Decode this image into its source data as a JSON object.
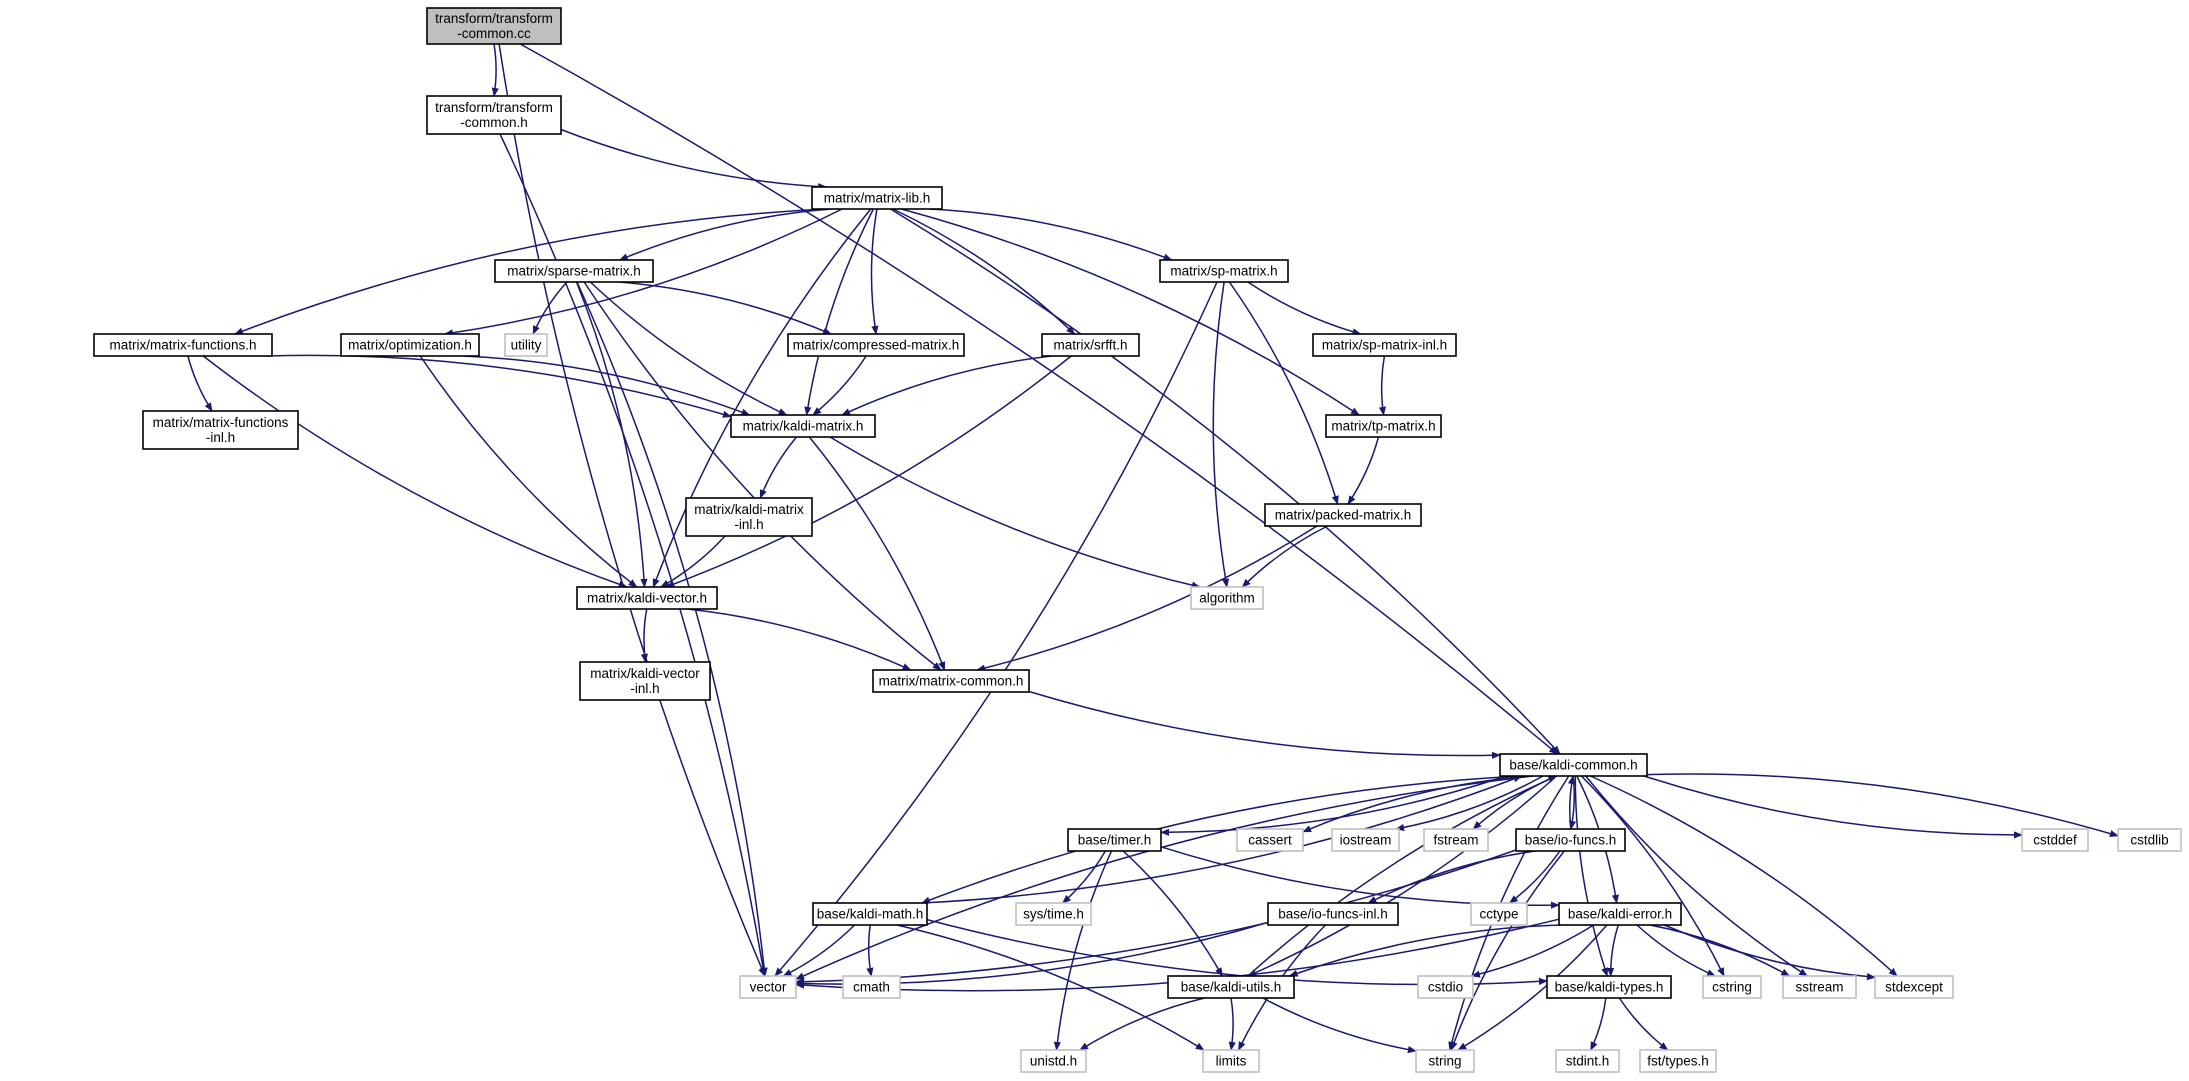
{
  "diagram": {
    "colors": {
      "edge": "#191970",
      "main_fill": "#bfbfbf",
      "border": "#000000",
      "system_border": "#bfbfbf"
    },
    "nodes": [
      {
        "id": "tc_cc",
        "lines": [
          "transform/transform",
          "-common.cc"
        ],
        "kind": "main"
      },
      {
        "id": "tc_h",
        "lines": [
          "transform/transform",
          "-common.h"
        ],
        "kind": "header"
      },
      {
        "id": "mlib",
        "lines": [
          "matrix/matrix-lib.h"
        ],
        "kind": "header"
      },
      {
        "id": "sparse",
        "lines": [
          "matrix/sparse-matrix.h"
        ],
        "kind": "header"
      },
      {
        "id": "spm",
        "lines": [
          "matrix/sp-matrix.h"
        ],
        "kind": "header"
      },
      {
        "id": "mfun",
        "lines": [
          "matrix/matrix-functions.h"
        ],
        "kind": "header"
      },
      {
        "id": "opt",
        "lines": [
          "matrix/optimization.h"
        ],
        "kind": "header"
      },
      {
        "id": "utility",
        "lines": [
          "utility"
        ],
        "kind": "system"
      },
      {
        "id": "comp",
        "lines": [
          "matrix/compressed-matrix.h"
        ],
        "kind": "header"
      },
      {
        "id": "srfft",
        "lines": [
          "matrix/srfft.h"
        ],
        "kind": "header"
      },
      {
        "id": "spminl",
        "lines": [
          "matrix/sp-matrix-inl.h"
        ],
        "kind": "header"
      },
      {
        "id": "mfuninl",
        "lines": [
          "matrix/matrix-functions",
          "-inl.h"
        ],
        "kind": "header"
      },
      {
        "id": "kmat",
        "lines": [
          "matrix/kaldi-matrix.h"
        ],
        "kind": "header"
      },
      {
        "id": "tpm",
        "lines": [
          "matrix/tp-matrix.h"
        ],
        "kind": "header"
      },
      {
        "id": "kmatinl",
        "lines": [
          "matrix/kaldi-matrix",
          "-inl.h"
        ],
        "kind": "header"
      },
      {
        "id": "packed",
        "lines": [
          "matrix/packed-matrix.h"
        ],
        "kind": "header"
      },
      {
        "id": "kvec",
        "lines": [
          "matrix/kaldi-vector.h"
        ],
        "kind": "header"
      },
      {
        "id": "algorithm",
        "lines": [
          "algorithm"
        ],
        "kind": "system"
      },
      {
        "id": "kvecinl",
        "lines": [
          "matrix/kaldi-vector",
          "-inl.h"
        ],
        "kind": "header"
      },
      {
        "id": "mcommon",
        "lines": [
          "matrix/matrix-common.h"
        ],
        "kind": "header"
      },
      {
        "id": "kcommon",
        "lines": [
          "base/kaldi-common.h"
        ],
        "kind": "header"
      },
      {
        "id": "timer",
        "lines": [
          "base/timer.h"
        ],
        "kind": "header"
      },
      {
        "id": "cassert",
        "lines": [
          "cassert"
        ],
        "kind": "system"
      },
      {
        "id": "iostream",
        "lines": [
          "iostream"
        ],
        "kind": "system"
      },
      {
        "id": "fstream",
        "lines": [
          "fstream"
        ],
        "kind": "system"
      },
      {
        "id": "iofuncs",
        "lines": [
          "base/io-funcs.h"
        ],
        "kind": "header"
      },
      {
        "id": "cstddef",
        "lines": [
          "cstddef"
        ],
        "kind": "system"
      },
      {
        "id": "cstdlib",
        "lines": [
          "cstdlib"
        ],
        "kind": "system"
      },
      {
        "id": "kmath",
        "lines": [
          "base/kaldi-math.h"
        ],
        "kind": "header"
      },
      {
        "id": "systime",
        "lines": [
          "sys/time.h"
        ],
        "kind": "system"
      },
      {
        "id": "iofuncsinl",
        "lines": [
          "base/io-funcs-inl.h"
        ],
        "kind": "header"
      },
      {
        "id": "cctype",
        "lines": [
          "cctype"
        ],
        "kind": "system"
      },
      {
        "id": "kerror",
        "lines": [
          "base/kaldi-error.h"
        ],
        "kind": "header"
      },
      {
        "id": "vector",
        "lines": [
          "vector"
        ],
        "kind": "system"
      },
      {
        "id": "cmath",
        "lines": [
          "cmath"
        ],
        "kind": "system"
      },
      {
        "id": "kutils",
        "lines": [
          "base/kaldi-utils.h"
        ],
        "kind": "header"
      },
      {
        "id": "cstdio",
        "lines": [
          "cstdio"
        ],
        "kind": "system"
      },
      {
        "id": "ktypes",
        "lines": [
          "base/kaldi-types.h"
        ],
        "kind": "header"
      },
      {
        "id": "cstring",
        "lines": [
          "cstring"
        ],
        "kind": "system"
      },
      {
        "id": "sstream",
        "lines": [
          "sstream"
        ],
        "kind": "system"
      },
      {
        "id": "stdexcept",
        "lines": [
          "stdexcept"
        ],
        "kind": "system"
      },
      {
        "id": "unistd",
        "lines": [
          "unistd.h"
        ],
        "kind": "system"
      },
      {
        "id": "limits",
        "lines": [
          "limits"
        ],
        "kind": "system"
      },
      {
        "id": "string",
        "lines": [
          "string"
        ],
        "kind": "system"
      },
      {
        "id": "stdint",
        "lines": [
          "stdint.h"
        ],
        "kind": "system"
      },
      {
        "id": "fsttypes",
        "lines": [
          "fst/types.h"
        ],
        "kind": "system"
      }
    ],
    "edges": [
      [
        "tc_cc",
        "tc_h"
      ],
      [
        "tc_cc",
        "vector"
      ],
      [
        "tc_cc",
        "kcommon"
      ],
      [
        "tc_h",
        "mlib"
      ],
      [
        "tc_h",
        "vector"
      ],
      [
        "mlib",
        "sparse"
      ],
      [
        "mlib",
        "spm"
      ],
      [
        "mlib",
        "mfun"
      ],
      [
        "mlib",
        "opt"
      ],
      [
        "mlib",
        "comp"
      ],
      [
        "mlib",
        "srfft"
      ],
      [
        "mlib",
        "kmat"
      ],
      [
        "mlib",
        "tpm"
      ],
      [
        "mlib",
        "kvec"
      ],
      [
        "mlib",
        "kcommon"
      ],
      [
        "sparse",
        "utility"
      ],
      [
        "sparse",
        "comp"
      ],
      [
        "sparse",
        "kmat"
      ],
      [
        "sparse",
        "kvec"
      ],
      [
        "sparse",
        "mcommon"
      ],
      [
        "sparse",
        "vector"
      ],
      [
        "spm",
        "spminl"
      ],
      [
        "spm",
        "packed"
      ],
      [
        "spm",
        "algorithm"
      ],
      [
        "spm",
        "vector"
      ],
      [
        "mfun",
        "mfuninl"
      ],
      [
        "mfun",
        "kmat"
      ],
      [
        "mfun",
        "kvec"
      ],
      [
        "opt",
        "kmat"
      ],
      [
        "opt",
        "kvec"
      ],
      [
        "comp",
        "kmat"
      ],
      [
        "srfft",
        "kmat"
      ],
      [
        "srfft",
        "kvec"
      ],
      [
        "spminl",
        "tpm"
      ],
      [
        "tpm",
        "packed"
      ],
      [
        "kmat",
        "kmatinl"
      ],
      [
        "kmat",
        "mcommon"
      ],
      [
        "kmat",
        "algorithm"
      ],
      [
        "kmatinl",
        "kvec"
      ],
      [
        "packed",
        "algorithm"
      ],
      [
        "packed",
        "mcommon"
      ],
      [
        "kvec",
        "kvecinl"
      ],
      [
        "kvec",
        "mcommon"
      ],
      [
        "mcommon",
        "kcommon"
      ],
      [
        "kcommon",
        "timer"
      ],
      [
        "kcommon",
        "cassert"
      ],
      [
        "kcommon",
        "iostream"
      ],
      [
        "kcommon",
        "fstream"
      ],
      [
        "kcommon",
        "iofuncs"
      ],
      [
        "kcommon",
        "cstddef"
      ],
      [
        "kcommon",
        "cstdlib"
      ],
      [
        "kcommon",
        "kmath"
      ],
      [
        "kcommon",
        "kerror"
      ],
      [
        "kcommon",
        "vector"
      ],
      [
        "kcommon",
        "kutils"
      ],
      [
        "kcommon",
        "ktypes"
      ],
      [
        "kcommon",
        "cstring"
      ],
      [
        "kcommon",
        "sstream"
      ],
      [
        "kcommon",
        "stdexcept"
      ],
      [
        "kcommon",
        "string"
      ],
      [
        "timer",
        "systime"
      ],
      [
        "timer",
        "unistd"
      ],
      [
        "timer",
        "kutils"
      ],
      [
        "timer",
        "kerror"
      ],
      [
        "iofuncs",
        "kcommon"
      ],
      [
        "iofuncs",
        "iofuncsinl"
      ],
      [
        "iofuncs",
        "cctype"
      ],
      [
        "iofuncs",
        "string"
      ],
      [
        "iofuncs",
        "vector"
      ],
      [
        "kmath",
        "kcommon"
      ],
      [
        "kmath",
        "vector"
      ],
      [
        "kmath",
        "cmath"
      ],
      [
        "kmath",
        "limits"
      ],
      [
        "kmath",
        "ktypes"
      ],
      [
        "iofuncsinl",
        "vector"
      ],
      [
        "iofuncsinl",
        "limits"
      ],
      [
        "kerror",
        "vector"
      ],
      [
        "kerror",
        "kutils"
      ],
      [
        "kerror",
        "cstdio"
      ],
      [
        "kerror",
        "ktypes"
      ],
      [
        "kerror",
        "string"
      ],
      [
        "kerror",
        "cstring"
      ],
      [
        "kerror",
        "sstream"
      ],
      [
        "kerror",
        "stdexcept"
      ],
      [
        "kutils",
        "kcommon"
      ],
      [
        "kutils",
        "unistd"
      ],
      [
        "kutils",
        "limits"
      ],
      [
        "kutils",
        "string"
      ],
      [
        "ktypes",
        "stdint"
      ],
      [
        "ktypes",
        "fsttypes"
      ]
    ]
  }
}
